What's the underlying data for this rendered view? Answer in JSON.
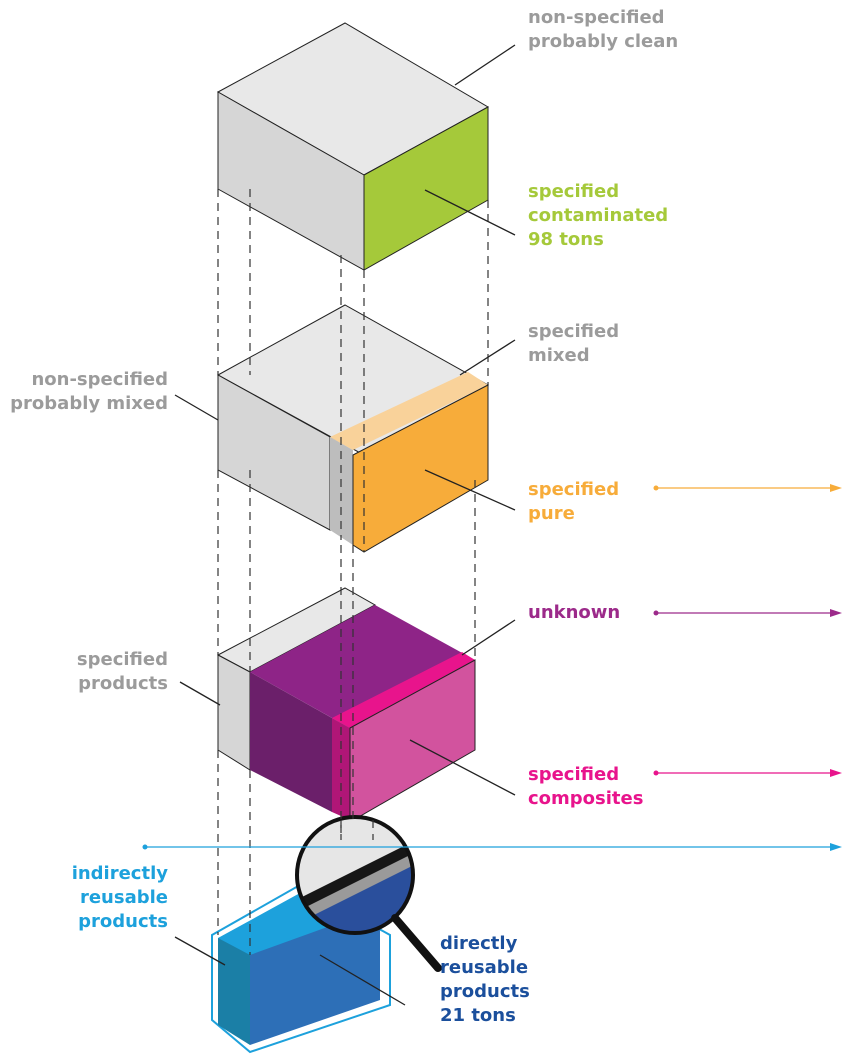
{
  "labels": {
    "nonspec_clean": [
      "non-specified",
      "probably clean"
    ],
    "spec_contaminated": [
      "specified",
      "contaminated",
      "98 tons"
    ],
    "spec_mixed": [
      "specified",
      "mixed"
    ],
    "nonspec_mixed": [
      "non-specified",
      "probably mixed"
    ],
    "spec_pure": [
      "specified",
      "pure"
    ],
    "unknown": [
      "unknown"
    ],
    "spec_products": [
      "specified",
      "products"
    ],
    "spec_composites": [
      "specified",
      "composites"
    ],
    "indirect": [
      "indirectly",
      "reusable",
      "products"
    ],
    "direct": [
      "directly",
      "reusable",
      "products",
      "21 tons"
    ]
  },
  "colors": {
    "green": "#a5c93a",
    "orange": "#f7ac3a",
    "purple": "#8e2487",
    "magenta": "#e8148c",
    "pink": "#d2539e",
    "cyan": "#1da1dc",
    "blue": "#2d6fb7",
    "navy": "#1b4f9c",
    "gray_label": "#9b9b9b"
  }
}
